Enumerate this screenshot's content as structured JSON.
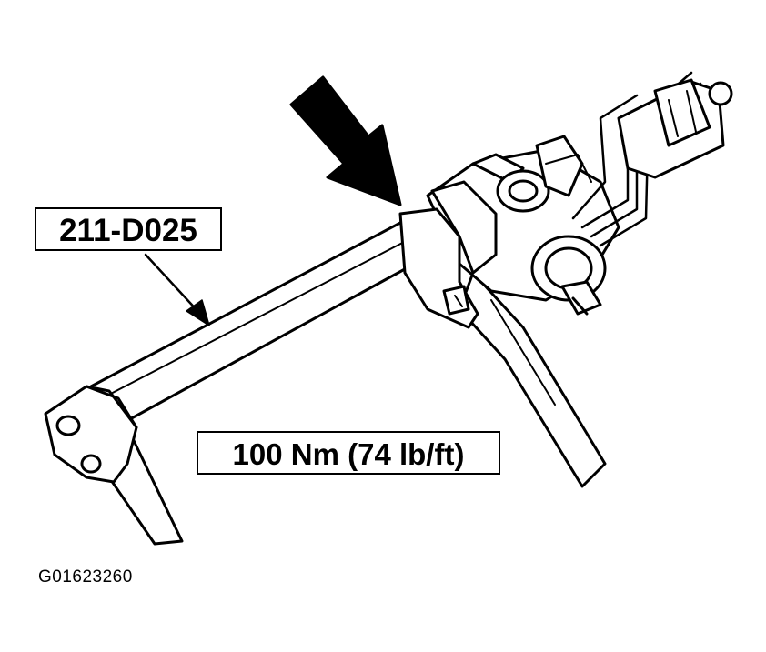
{
  "labels": {
    "tool": "211-D025",
    "torque": "100 Nm (74 lb/ft)",
    "figure_id": "G01623260"
  },
  "colors": {
    "ink": "#000000",
    "paper": "#ffffff"
  },
  "icons": {
    "pointer": "bold-arrow-icon"
  }
}
